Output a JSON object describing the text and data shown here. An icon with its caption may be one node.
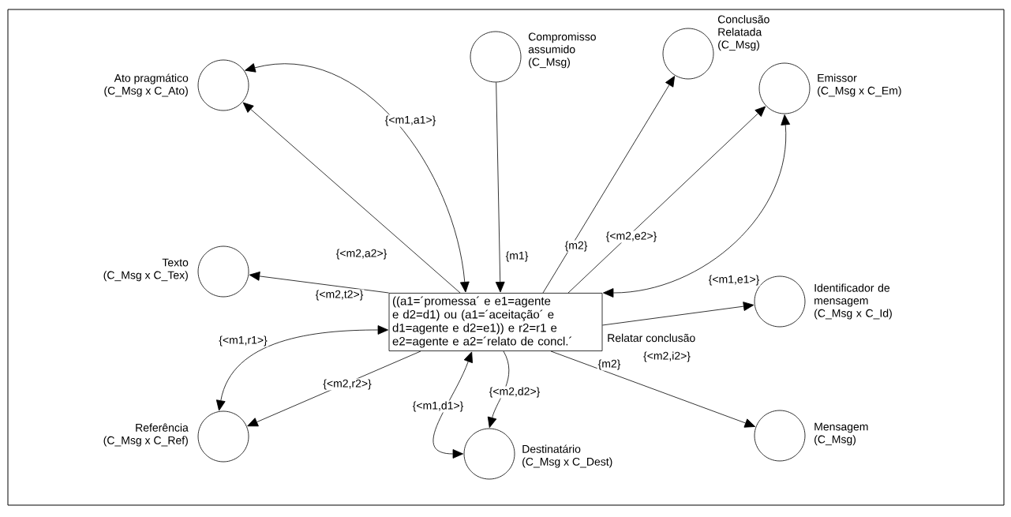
{
  "diagram": {
    "nodes": [
      {
        "text": [
          "Ato pragmático",
          "(C_Msg x C_Ato)"
        ]
      },
      {
        "text": [
          "Compromisso assumido",
          "(C_Msg)"
        ]
      },
      {
        "text": [
          "Conclusão Relatada",
          "(C_Msg)"
        ]
      },
      {
        "text": [
          "Emissor",
          "(C_Msg x C_Em)"
        ]
      },
      {
        "text": [
          "Texto",
          "(C_Msg x C_Tex)"
        ]
      },
      {
        "text": [
          "((a1=´promessa´ e e1=agente e d2=d1) ou (a1=´aceitação´ e d1=agente e d2=e1)) e r2=r1 e e2=agente e a2=´relato de concl.´"
        ],
        "beside": [
          "Relatar conclusão"
        ]
      },
      {
        "text": [
          "Identificador de mensagem",
          "(C_Msg x C_Id)"
        ]
      },
      {
        "text": [
          "Referência",
          "(C_Msg x C_Ref)"
        ]
      },
      {
        "text": [
          "Destinatário",
          "(C_Msg x C_Dest)"
        ]
      },
      {
        "text": [
          "Mensagem",
          "(C_Msg)"
        ]
      }
    ],
    "edges": [
      {
        "from": 0,
        "to": 5,
        "arrow": "both",
        "label": "{<m1,a1>}"
      },
      {
        "from": 5,
        "to": 0,
        "arrow": "to",
        "label": "{<m2,a2>}"
      },
      {
        "from": 1,
        "to": 5,
        "arrow": "to",
        "label": "{m1}"
      },
      {
        "from": 5,
        "to": 2,
        "arrow": "to",
        "label": "{m2}"
      },
      {
        "from": 5,
        "to": 3,
        "arrow": "to",
        "label": "{<m2,e2>}"
      },
      {
        "from": 3,
        "to": 5,
        "arrow": "both",
        "label": "{<m1,e1>}"
      },
      {
        "from": 5,
        "to": 4,
        "arrow": "to",
        "label": "{<m2,t2>}"
      },
      {
        "from": 5,
        "to": 6,
        "arrow": "to",
        "label": "{<m2,i2>}"
      },
      {
        "from": 7,
        "to": 5,
        "arrow": "both",
        "label": "{<m1,r1>}"
      },
      {
        "from": 5,
        "to": 7,
        "arrow": "to",
        "label": "{<m2,r2>}"
      },
      {
        "from": 8,
        "to": 5,
        "arrow": "both",
        "label": "{<m1,d1>}"
      },
      {
        "from": 5,
        "to": 8,
        "arrow": "to",
        "label": "{<m2,d2>}"
      },
      {
        "from": 5,
        "to": 9,
        "arrow": "to",
        "label": "{m2}"
      }
    ]
  }
}
